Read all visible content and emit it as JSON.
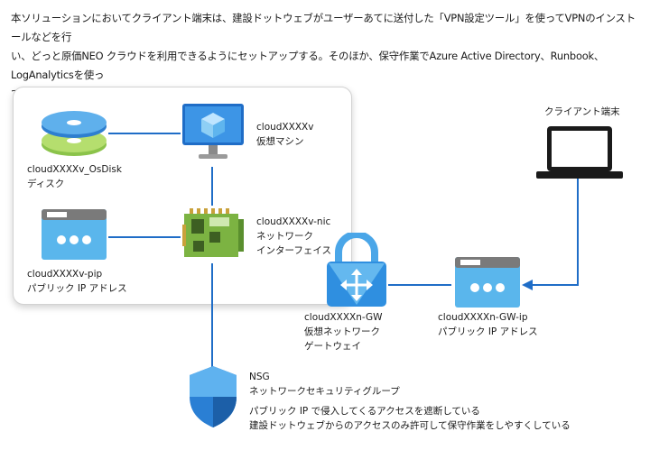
{
  "intro": {
    "line1": "本ソリューションにおいてクライアント端末は、建設ドットウェブがユーザーあてに送付した「VPN設定ツール」を使ってVPNのインストールなどを行",
    "line2": "い、どっと原価NEO クラウドを利用できるようにセットアップする。そのほか、保守作業でAzure Active Directory、Runbook、LogAnalyticsを使っ",
    "line3": "ている。"
  },
  "nodes": {
    "vm": {
      "name": "cloudXXXXv",
      "desc": "仮想マシン",
      "icon": "virtual-machine-icon"
    },
    "disk": {
      "name": "cloudXXXXv_OsDisk",
      "desc": "ディスク",
      "icon": "disk-icon"
    },
    "nic": {
      "name": "cloudXXXXv-nic",
      "desc1": "ネットワーク",
      "desc2": "インターフェイス",
      "icon": "network-interface-icon"
    },
    "pip": {
      "name": "cloudXXXXv-pip",
      "desc": "パブリック IP アドレス",
      "icon": "public-ip-icon"
    },
    "gw": {
      "name": "cloudXXXXn-GW",
      "desc1": "仮想ネットワーク",
      "desc2": "ゲートウェイ",
      "icon": "vpn-gateway-icon"
    },
    "gwip": {
      "name": "cloudXXXXn-GW-ip",
      "desc": "パブリック IP アドレス",
      "icon": "public-ip-icon"
    },
    "client": {
      "name": "クライアント端末",
      "icon": "laptop-icon"
    },
    "nsg": {
      "name": "NSG",
      "desc": "ネットワークセキュリティグループ",
      "note1": "パブリック IP で侵入してくるアクセスを遮断している",
      "note2": "建設ドットウェブからのアクセスのみ許可して保守作業をしやすくしている",
      "icon": "shield-icon"
    }
  },
  "colors": {
    "line": "#1f6dc7",
    "azure_blue": "#2f8fe0",
    "azure_light": "#8ed0f5",
    "nic_green": "#7cb342",
    "disk_green": "#8bc34a",
    "laptop": "#1a1a1a"
  }
}
